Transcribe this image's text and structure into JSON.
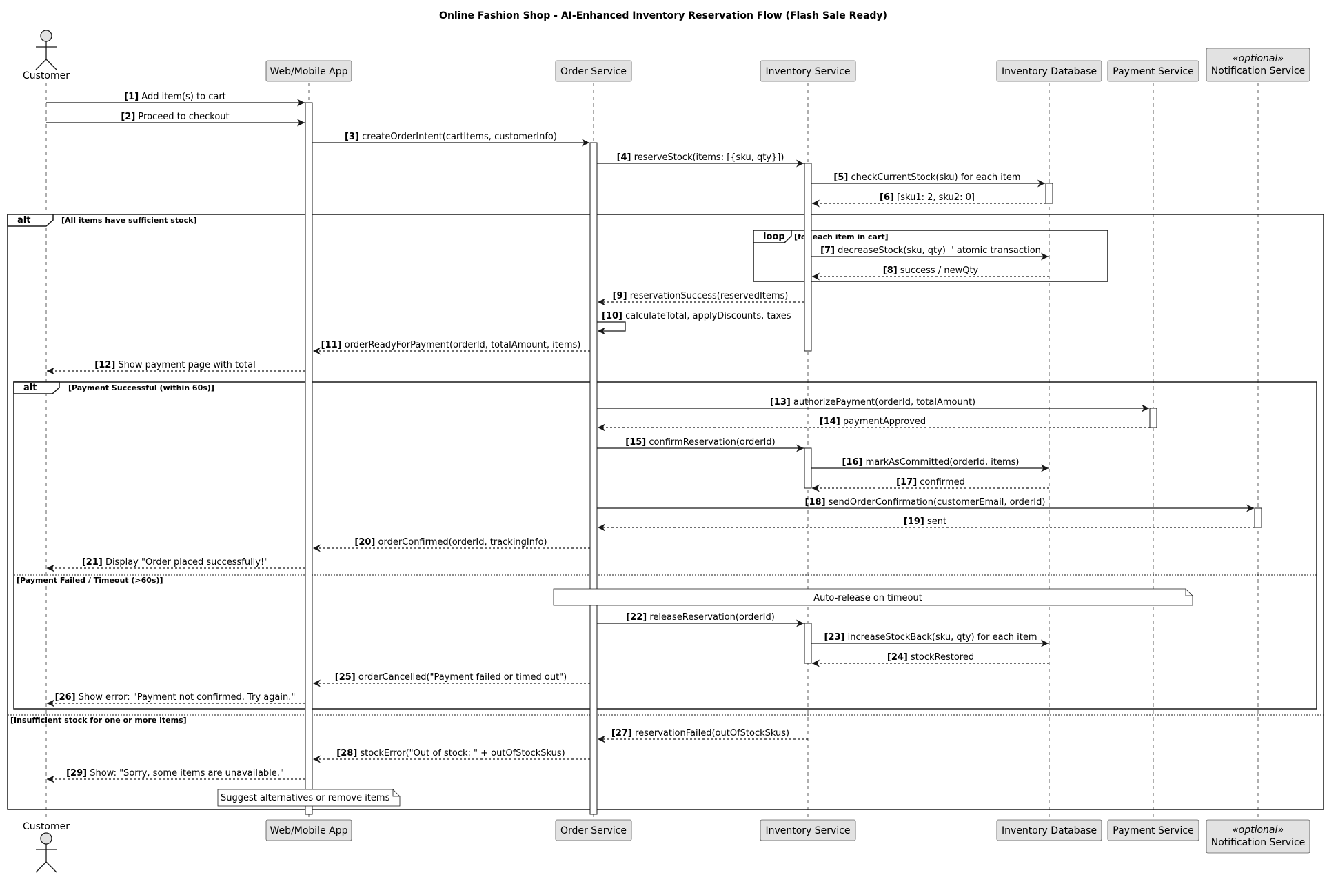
{
  "title": "Online Fashion Shop - AI-Enhanced Inventory Reservation Flow (Flash Sale Ready)",
  "participants": [
    {
      "id": "customer",
      "label": "Customer",
      "kind": "actor"
    },
    {
      "id": "webapp",
      "label": "Web/Mobile App",
      "kind": "participant"
    },
    {
      "id": "order",
      "label": "Order Service",
      "kind": "participant"
    },
    {
      "id": "inventory",
      "label": "Inventory Service",
      "kind": "participant"
    },
    {
      "id": "db",
      "label": "Inventory Database",
      "kind": "participant"
    },
    {
      "id": "payment",
      "label": "Payment Service",
      "kind": "participant"
    },
    {
      "id": "notify",
      "label": "Notification Service",
      "kind": "participant",
      "stereotype": "«optional»"
    }
  ],
  "messages": [
    {
      "n": "[1]",
      "text": "Add item(s) to cart",
      "from": "customer",
      "to": "webapp",
      "style": "sync"
    },
    {
      "n": "[2]",
      "text": "Proceed to checkout",
      "from": "customer",
      "to": "webapp",
      "style": "sync"
    },
    {
      "n": "[3]",
      "text": "createOrderIntent(cartItems, customerInfo)",
      "from": "webapp",
      "to": "order",
      "style": "sync"
    },
    {
      "n": "[4]",
      "text": "reserveStock(items: [{sku, qty}])",
      "from": "order",
      "to": "inventory",
      "style": "sync"
    },
    {
      "n": "[5]",
      "text": "checkCurrentStock(sku) for each item",
      "from": "inventory",
      "to": "db",
      "style": "sync"
    },
    {
      "n": "[6]",
      "text": "[sku1: 2, sku2: 0]",
      "from": "db",
      "to": "inventory",
      "style": "return"
    },
    {
      "n": "[7]",
      "text": "decreaseStock(sku, qty)  ' atomic transaction",
      "from": "inventory",
      "to": "db",
      "style": "sync"
    },
    {
      "n": "[8]",
      "text": "success / newQty",
      "from": "db",
      "to": "inventory",
      "style": "return"
    },
    {
      "n": "[9]",
      "text": "reservationSuccess(reservedItems)",
      "from": "inventory",
      "to": "order",
      "style": "return"
    },
    {
      "n": "[10]",
      "text": "calculateTotal, applyDiscounts, taxes",
      "from": "order",
      "to": "order",
      "style": "self"
    },
    {
      "n": "[11]",
      "text": "orderReadyForPayment(orderId, totalAmount, items)",
      "from": "order",
      "to": "webapp",
      "style": "return"
    },
    {
      "n": "[12]",
      "text": "Show payment page with total",
      "from": "webapp",
      "to": "customer",
      "style": "return"
    },
    {
      "n": "[13]",
      "text": "authorizePayment(orderId, totalAmount)",
      "from": "order",
      "to": "payment",
      "style": "sync"
    },
    {
      "n": "[14]",
      "text": "paymentApproved",
      "from": "payment",
      "to": "order",
      "style": "return"
    },
    {
      "n": "[15]",
      "text": "confirmReservation(orderId)",
      "from": "order",
      "to": "inventory",
      "style": "sync"
    },
    {
      "n": "[16]",
      "text": "markAsCommitted(orderId, items)",
      "from": "inventory",
      "to": "db",
      "style": "sync"
    },
    {
      "n": "[17]",
      "text": "confirmed",
      "from": "db",
      "to": "inventory",
      "style": "return"
    },
    {
      "n": "[18]",
      "text": "sendOrderConfirmation(customerEmail, orderId)",
      "from": "order",
      "to": "notify",
      "style": "sync"
    },
    {
      "n": "[19]",
      "text": "sent",
      "from": "notify",
      "to": "order",
      "style": "return"
    },
    {
      "n": "[20]",
      "text": "orderConfirmed(orderId, trackingInfo)",
      "from": "order",
      "to": "webapp",
      "style": "return"
    },
    {
      "n": "[21]",
      "text": "Display \"Order placed successfully!\"",
      "from": "webapp",
      "to": "customer",
      "style": "return"
    },
    {
      "n": "[22]",
      "text": "releaseReservation(orderId)",
      "from": "order",
      "to": "inventory",
      "style": "sync"
    },
    {
      "n": "[23]",
      "text": "increaseStockBack(sku, qty) for each item",
      "from": "inventory",
      "to": "db",
      "style": "sync"
    },
    {
      "n": "[24]",
      "text": "stockRestored",
      "from": "db",
      "to": "inventory",
      "style": "return"
    },
    {
      "n": "[25]",
      "text": "orderCancelled(\"Payment failed or timed out\")",
      "from": "order",
      "to": "webapp",
      "style": "return"
    },
    {
      "n": "[26]",
      "text": "Show error: \"Payment not confirmed. Try again.\"",
      "from": "webapp",
      "to": "customer",
      "style": "return"
    },
    {
      "n": "[27]",
      "text": "reservationFailed(outOfStockSkus)",
      "from": "inventory",
      "to": "order",
      "style": "return"
    },
    {
      "n": "[28]",
      "text": "stockError(\"Out of stock: \" + outOfStockSkus)",
      "from": "order",
      "to": "webapp",
      "style": "return"
    },
    {
      "n": "[29]",
      "text": "Show: \"Sorry, some items are unavailable.\"",
      "from": "webapp",
      "to": "customer",
      "style": "return"
    }
  ],
  "fragments": {
    "alt_outer": {
      "keyword": "alt",
      "guard": "[All items have sufficient stock]",
      "else_guard": "[Insufficient stock for one or more items]"
    },
    "loop": {
      "keyword": "loop",
      "guard": "[for each item in cart]"
    },
    "alt_inner": {
      "keyword": "alt",
      "guard": "[Payment Successful (within 60s)]",
      "else_guard": "[Payment Failed / Timeout (>60s)]"
    }
  },
  "notes": {
    "auto_release": "Auto-release on timeout",
    "suggest": "Suggest alternatives or remove items"
  }
}
